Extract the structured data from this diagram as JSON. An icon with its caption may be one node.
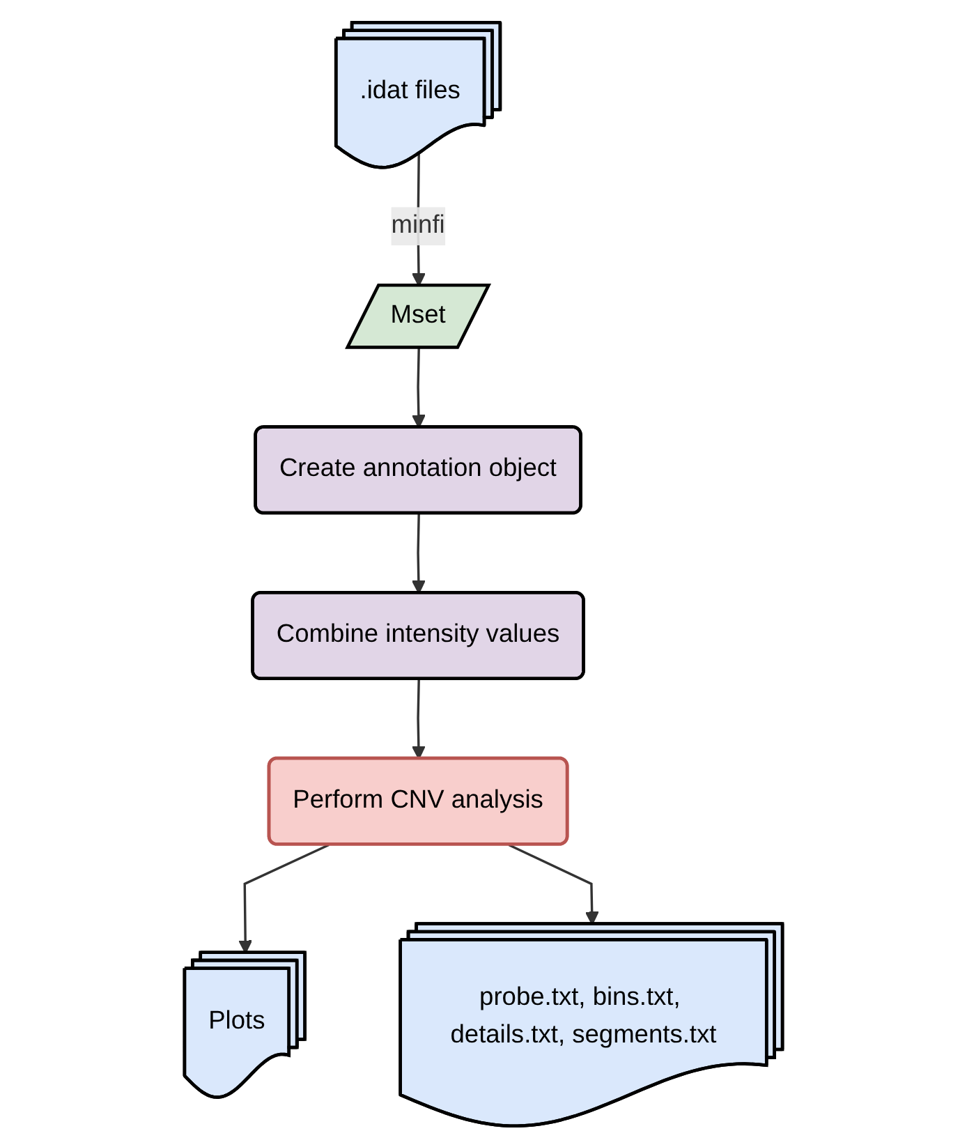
{
  "diagram": {
    "nodes": [
      {
        "text": [
          ".idat files"
        ]
      },
      {
        "text": [
          "Mset"
        ]
      },
      {
        "text": [
          "Create annotation object"
        ]
      },
      {
        "text": [
          "Combine intensity values"
        ]
      },
      {
        "text": [
          "Perform CNV analysis"
        ]
      },
      {
        "text": [
          "Plots"
        ]
      },
      {
        "text": [
          "probe.txt, bins.txt, details.txt, segments.txt"
        ]
      }
    ],
    "edges": [
      {
        "from": 0,
        "to": 1,
        "arrow": "to",
        "label": "minfi"
      },
      {
        "from": 1,
        "to": 2,
        "arrow": "to"
      },
      {
        "from": 2,
        "to": 3,
        "arrow": "to"
      },
      {
        "from": 3,
        "to": 4,
        "arrow": "to"
      },
      {
        "from": 4,
        "to": 5,
        "arrow": "to"
      },
      {
        "from": 4,
        "to": 6,
        "arrow": "to"
      }
    ]
  }
}
